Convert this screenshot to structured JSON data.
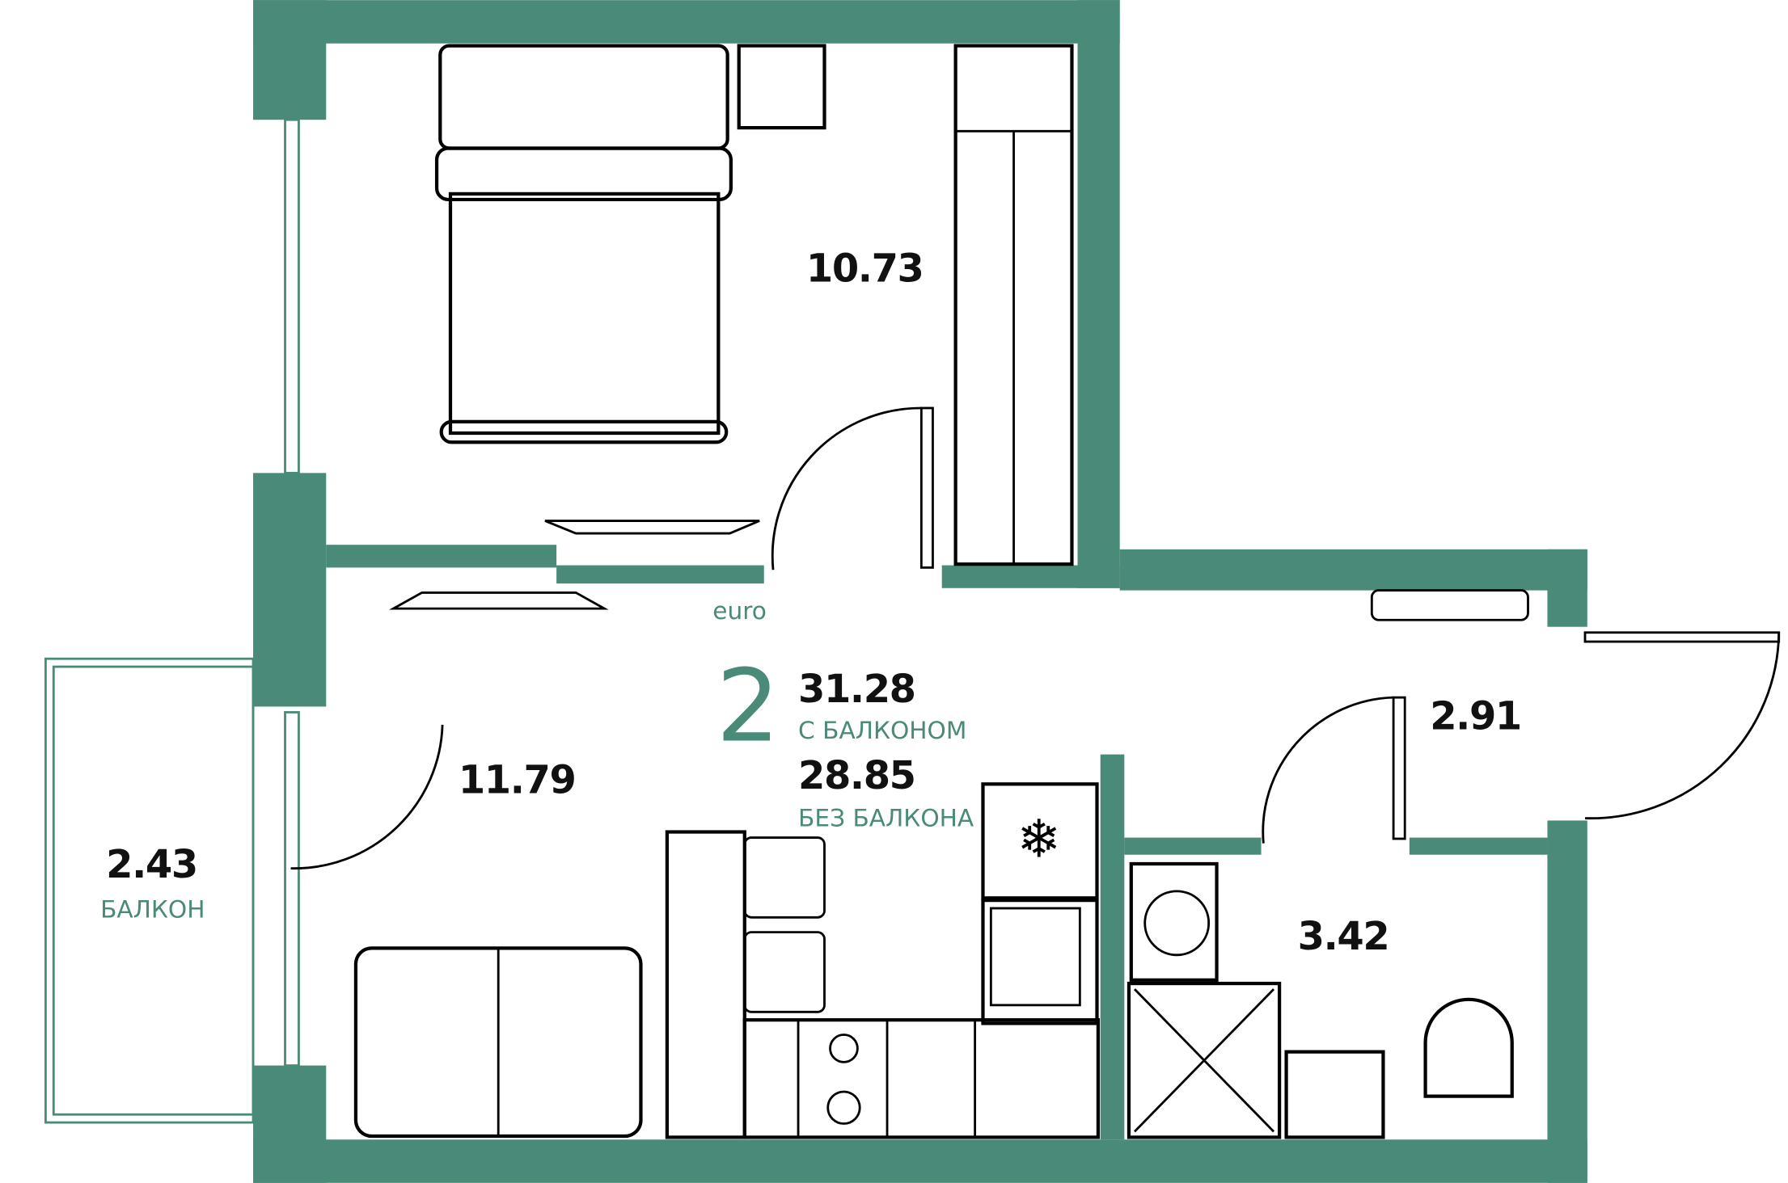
{
  "colors": {
    "wall": "#4a8a78",
    "text": "#111111"
  },
  "plan": {
    "type_label": "euro",
    "rooms_count": "2",
    "area_with_balcony": "31.28",
    "with_balcony_label": "С БАЛКОНОМ",
    "area_without_balcony": "28.85",
    "without_balcony_label": "БЕЗ БАЛКОНА"
  },
  "rooms": {
    "bedroom": "10.73",
    "living": "11.79",
    "hall": "2.91",
    "bathroom": "3.42",
    "balcony_area": "2.43",
    "balcony_label": "БАЛКОН"
  }
}
